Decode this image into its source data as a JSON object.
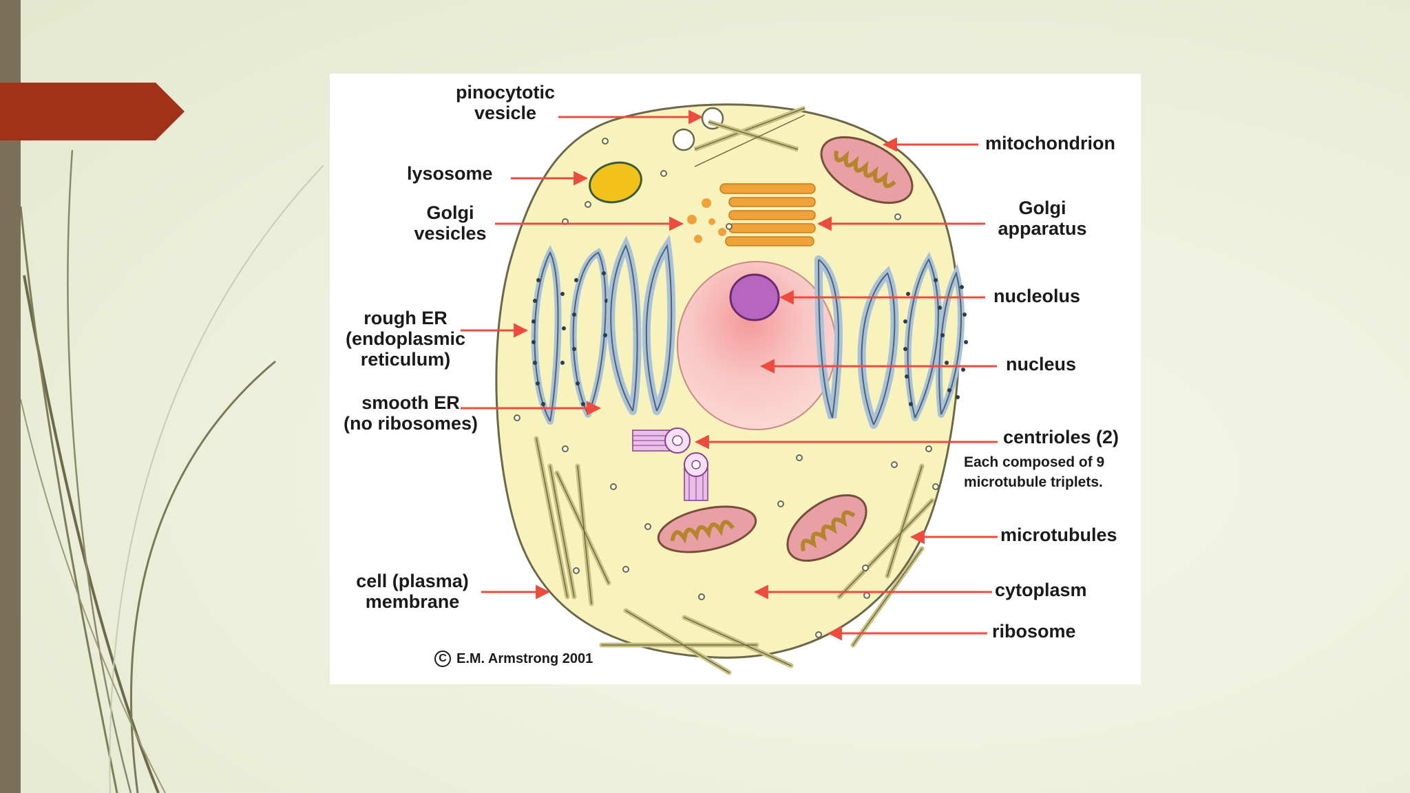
{
  "diagram": {
    "labels": {
      "pinocytotic_vesicle": [
        "pinocytotic",
        "vesicle"
      ],
      "lysosome": "lysosome",
      "golgi_vesicles": [
        "Golgi",
        "vesicles"
      ],
      "rough_er": [
        "rough ER",
        "(endoplasmic",
        "reticulum)"
      ],
      "smooth_er": [
        "smooth ER",
        "(no ribosomes)"
      ],
      "cell_membrane": [
        "cell (plasma)",
        "membrane"
      ],
      "mitochondrion": "mitochondrion",
      "golgi_apparatus": [
        "Golgi",
        "apparatus"
      ],
      "nucleolus": "nucleolus",
      "nucleus": "nucleus",
      "centrioles": "centrioles (2)",
      "centrioles_note": [
        "Each composed of 9",
        "microtubule triplets."
      ],
      "microtubules": "microtubules",
      "cytoplasm": "cytoplasm",
      "ribosome": "ribosome"
    },
    "copyright": {
      "symbol": "C",
      "text": "E.M. Armstrong 2001"
    },
    "colors": {
      "slide_background": "#eef1de",
      "accent_tab": "#a23119",
      "left_bar": "#7a7158",
      "cytoplasm": "#f8f2bd",
      "nucleus": "#f7c4c4",
      "nucleolus": "#b666c0",
      "er": "#a9c2d8",
      "golgi": "#f0a23a",
      "lysosome": "#f2c21a",
      "mitochondrion": "#e8a0a4",
      "arrow": "#ee4b3e"
    }
  }
}
